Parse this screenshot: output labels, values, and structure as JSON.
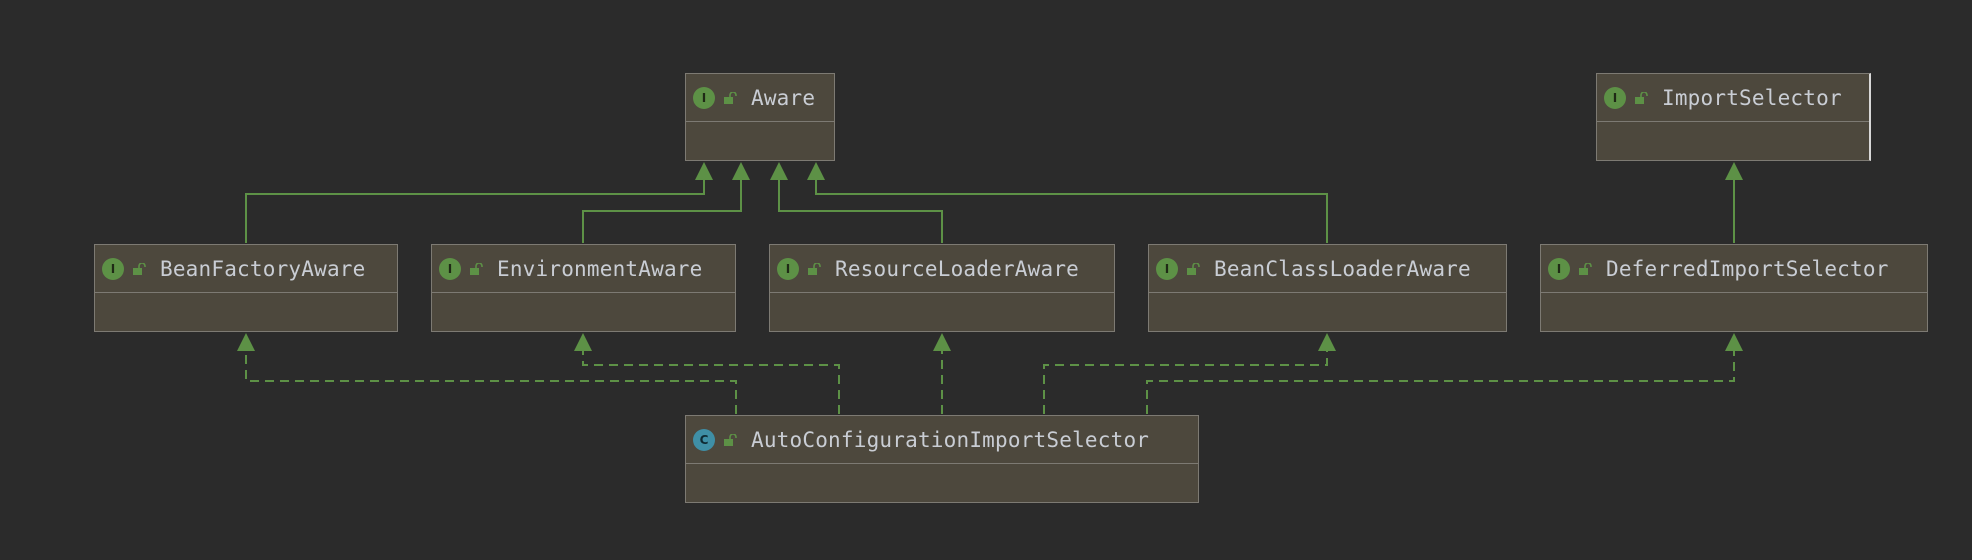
{
  "colors": {
    "background": "#2b2b2b",
    "node_fill": "#4d483d",
    "node_border": "#7d7a73",
    "edge": "#5d9146",
    "interface_badge": "#5d9146",
    "class_badge": "#3f8fa6",
    "text": "#c9cdd4"
  },
  "nodes": {
    "aware": {
      "name": "Aware",
      "kind": "interface",
      "badge": "I",
      "visibility_icon": "open-lock-icon"
    },
    "importselector": {
      "name": "ImportSelector",
      "kind": "interface",
      "badge": "I",
      "visibility_icon": "open-lock-icon"
    },
    "beanfactoryaware": {
      "name": "BeanFactoryAware",
      "kind": "interface",
      "badge": "I",
      "visibility_icon": "open-lock-icon"
    },
    "environmentaware": {
      "name": "EnvironmentAware",
      "kind": "interface",
      "badge": "I",
      "visibility_icon": "open-lock-icon"
    },
    "resourceloaderaware": {
      "name": "ResourceLoaderAware",
      "kind": "interface",
      "badge": "I",
      "visibility_icon": "open-lock-icon"
    },
    "beanclassloaderaware": {
      "name": "BeanClassLoaderAware",
      "kind": "interface",
      "badge": "I",
      "visibility_icon": "open-lock-icon"
    },
    "deferredimportselector": {
      "name": "DeferredImportSelector",
      "kind": "interface",
      "badge": "I",
      "visibility_icon": "open-lock-icon"
    },
    "autoconfigurationimportselector": {
      "name": "AutoConfigurationImportSelector",
      "kind": "class",
      "badge": "C",
      "visibility_icon": "open-lock-icon"
    }
  },
  "edges": [
    {
      "from": "BeanFactoryAware",
      "to": "Aware",
      "type": "extends"
    },
    {
      "from": "EnvironmentAware",
      "to": "Aware",
      "type": "extends"
    },
    {
      "from": "ResourceLoaderAware",
      "to": "Aware",
      "type": "extends"
    },
    {
      "from": "BeanClassLoaderAware",
      "to": "Aware",
      "type": "extends"
    },
    {
      "from": "DeferredImportSelector",
      "to": "ImportSelector",
      "type": "extends"
    },
    {
      "from": "AutoConfigurationImportSelector",
      "to": "BeanFactoryAware",
      "type": "implements"
    },
    {
      "from": "AutoConfigurationImportSelector",
      "to": "EnvironmentAware",
      "type": "implements"
    },
    {
      "from": "AutoConfigurationImportSelector",
      "to": "ResourceLoaderAware",
      "type": "implements"
    },
    {
      "from": "AutoConfigurationImportSelector",
      "to": "BeanClassLoaderAware",
      "type": "implements"
    },
    {
      "from": "AutoConfigurationImportSelector",
      "to": "DeferredImportSelector",
      "type": "implements"
    }
  ]
}
